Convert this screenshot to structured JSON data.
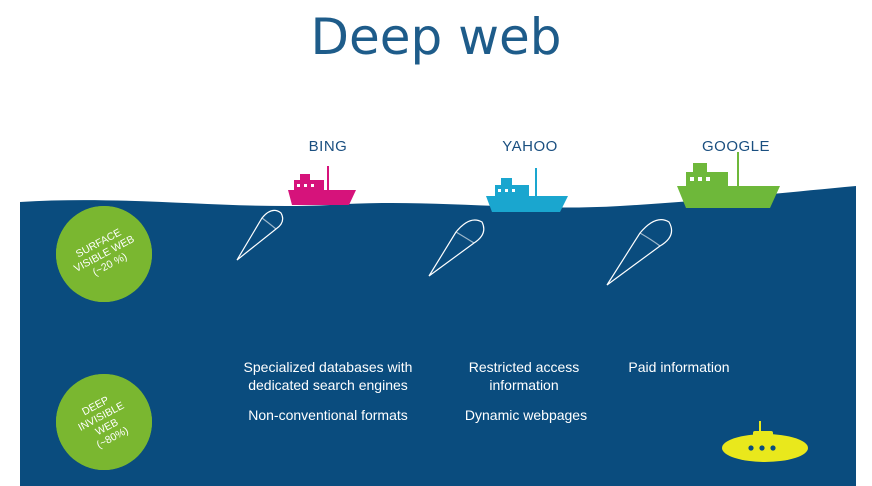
{
  "title": "Deep web",
  "engines": [
    "BING",
    "YAHOO",
    "GOOGLE"
  ],
  "colors": {
    "sea": "#0a4c7e",
    "bing": "#d6137b",
    "yahoo": "#1aa6cf",
    "google": "#6eb83a",
    "badge": "#7ab730",
    "submarine": "#e9e81c",
    "title": "#1e5c8a"
  },
  "surface_badge": {
    "line1": "SURFACE",
    "line2": "VISIBLE WEB",
    "line3": "(~20 %)"
  },
  "deep_badge": {
    "line1": "DEEP",
    "line2": "INVISIBLE",
    "line3": "WEB",
    "line4": "(~80%)"
  },
  "deep_content": {
    "col1_a_line1": "Specialized databases with",
    "col1_a_line2": "dedicated search engines",
    "col1_b": "Non-conventional formats",
    "col2_a_line1": "Restricted access",
    "col2_a_line2": "information",
    "col2_b": "Dynamic webpages",
    "col3_a": "Paid information"
  }
}
